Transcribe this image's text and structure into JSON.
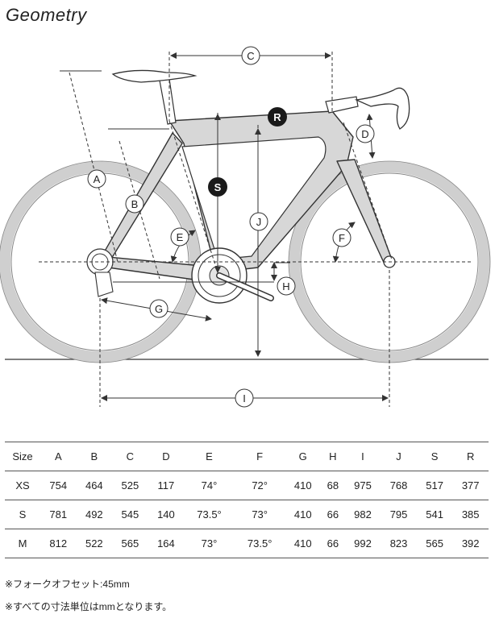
{
  "title": "Geometry",
  "diagram": {
    "labels": [
      "A",
      "B",
      "C",
      "D",
      "E",
      "F",
      "G",
      "H",
      "I",
      "J",
      "S",
      "R"
    ]
  },
  "table": {
    "headers": [
      "Size",
      "A",
      "B",
      "C",
      "D",
      "E",
      "F",
      "G",
      "H",
      "I",
      "J",
      "S",
      "R"
    ],
    "rows": [
      [
        "XS",
        "754",
        "464",
        "525",
        "117",
        "74°",
        "72°",
        "410",
        "68",
        "975",
        "768",
        "517",
        "377"
      ],
      [
        "S",
        "781",
        "492",
        "545",
        "140",
        "73.5°",
        "73°",
        "410",
        "66",
        "982",
        "795",
        "541",
        "385"
      ],
      [
        "M",
        "812",
        "522",
        "565",
        "164",
        "73°",
        "73.5°",
        "410",
        "66",
        "992",
        "823",
        "565",
        "392"
      ]
    ]
  },
  "notes": [
    "※フォークオフセット:45mm",
    "※すべての寸法単位はmmとなります。"
  ],
  "colors": {
    "frame_fill": "#d7d7d7",
    "tire": "#cfcfcf",
    "line": "#333333"
  }
}
